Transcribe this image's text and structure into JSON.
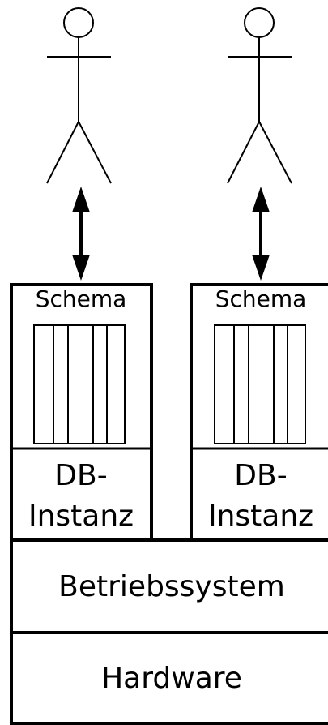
{
  "users": [
    {
      "id": "left"
    },
    {
      "id": "right"
    }
  ],
  "instances": [
    {
      "schema_label": "Schema",
      "instance_label_line1": "DB-",
      "instance_label_line2": "Instanz"
    },
    {
      "schema_label": "Schema",
      "instance_label_line1": "DB-",
      "instance_label_line2": "Instanz"
    }
  ],
  "layers": {
    "os_label": "Betriebssystem",
    "hardware_label": "Hardware"
  }
}
